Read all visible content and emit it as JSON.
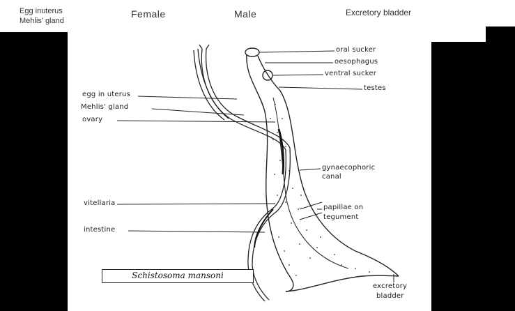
{
  "header": {
    "label_egg": "Egg inuterus",
    "label_mehlis": "Mehlis' gland",
    "label_female": "Female",
    "label_male": "Male",
    "label_excretory": "Excretory bladder"
  },
  "diagram": {
    "labels_left": {
      "egg_in_uterus": "egg in uterus",
      "mehlis_gland": "Mehlis' gland",
      "ovary": "ovary",
      "vitellaria": "vitellaria",
      "intestine": "intestine"
    },
    "labels_right": {
      "oral_sucker": "oral sucker",
      "oesophagus": "oesophagus",
      "ventral_sucker": "ventral sucker",
      "testes": "testes",
      "gynaecophoric_canal_1": "gynaecophoric",
      "gynaecophoric_canal_2": "canal",
      "papillae_1": "papillae on",
      "papillae_2": "tegument",
      "excretory_1": "excretory",
      "excretory_2": "bladder"
    },
    "species": "Schistosoma mansoni"
  }
}
